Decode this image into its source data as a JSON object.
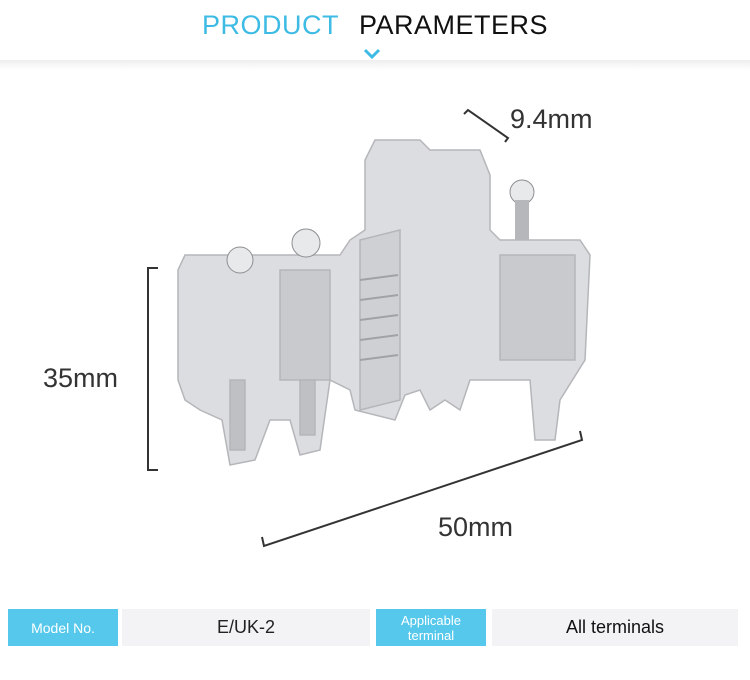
{
  "header": {
    "word1": "PRODUCT",
    "word2": "PARAMETERS",
    "accent": "#3dbbe4"
  },
  "dimensions": {
    "thickness": "9.4mm",
    "height": "35mm",
    "length": "50mm"
  },
  "params": {
    "model_label": "Model No.",
    "model_value": "E/UK-2",
    "terminal_label_1": "Applicable",
    "terminal_label_2": "terminal",
    "terminal_value": "All terminals"
  }
}
